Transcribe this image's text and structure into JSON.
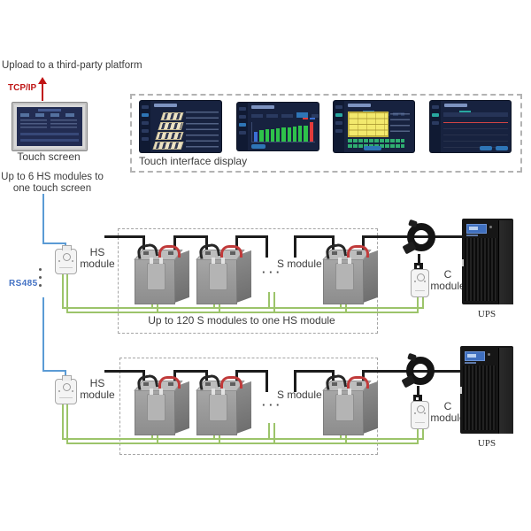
{
  "upload": {
    "label": "Upload to a third-party platform",
    "protocol": "TCP/IP"
  },
  "touch_screen": {
    "label": "Touch screen",
    "capacity_line1": "Up to 6 HS modules to",
    "capacity_line2": "one touch screen"
  },
  "displays": {
    "label": "Touch interface display",
    "bar_chart": {
      "bars": [
        {
          "height_pct": 48,
          "color": "#3b6fd4"
        },
        {
          "height_pct": 58,
          "color": "#2ec24a"
        },
        {
          "height_pct": 62,
          "color": "#2ec24a"
        },
        {
          "height_pct": 65,
          "color": "#2ec24a"
        },
        {
          "height_pct": 68,
          "color": "#2ec24a"
        },
        {
          "height_pct": 71,
          "color": "#2ec24a"
        },
        {
          "height_pct": 74,
          "color": "#2ec24a"
        },
        {
          "height_pct": 77,
          "color": "#2ec24a"
        },
        {
          "height_pct": 80,
          "color": "#2ec24a"
        },
        {
          "height_pct": 84,
          "color": "#2ec24a"
        },
        {
          "height_pct": 100,
          "color": "#e23b3b"
        }
      ]
    }
  },
  "bus": {
    "label": "RS485"
  },
  "row1": {
    "hs_module": "HS module",
    "s_module": "S module",
    "ellipsis": "· · ·",
    "capacity": "Up to 120 S modules to one HS module",
    "c_module": "C module",
    "ups": "UPS"
  },
  "row2": {
    "hs_module": "HS module",
    "s_module": "S module",
    "ellipsis": "· · ·",
    "c_module": "C module",
    "ups": "UPS"
  },
  "colors": {
    "wire_black": "#1c1c1c",
    "wire_green": "#9cc46a",
    "bus_blue": "#5b9bd5",
    "alert_red": "#bf1515",
    "label_blue": "#4472c4"
  }
}
